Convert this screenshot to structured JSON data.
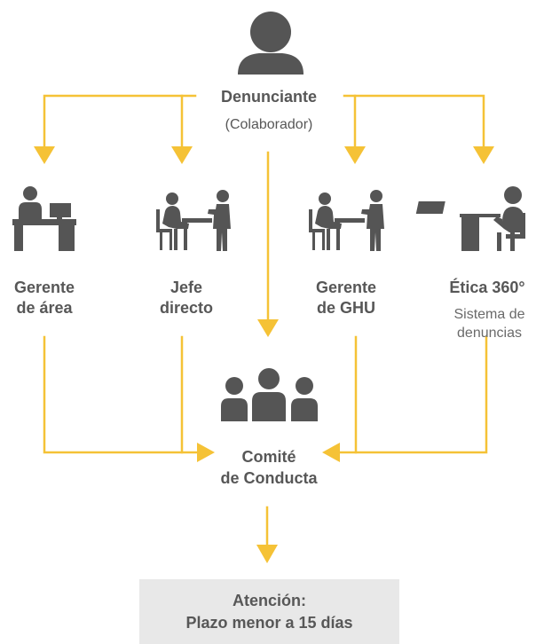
{
  "denunciante": {
    "title": "Denunciante",
    "subtitle": "(Colaborador)",
    "icon": "person-silhouette-icon"
  },
  "recipients": [
    {
      "line1": "Gerente",
      "line2": "de área",
      "icon": "manager-at-desk-icon"
    },
    {
      "line1": "Jefe",
      "line2": "directo",
      "icon": "meeting-at-desk-icon"
    },
    {
      "line1": "Gerente",
      "line2": "de GHU",
      "icon": "meeting-at-desk-icon"
    },
    {
      "line1": "Ética 360°",
      "sub1": "Sistema de",
      "sub2": "denuncias",
      "icon": "person-at-computer-icon"
    }
  ],
  "comite": {
    "line1": "Comité",
    "line2": "de Conducta",
    "icon": "group-of-people-icon"
  },
  "atencion": {
    "line1": "Atención:",
    "line2": "Plazo menor a 15 días"
  },
  "colors": {
    "arrow": "#f5c236",
    "icon": "#555555",
    "text": "#575757",
    "box": "#e8e8e8"
  }
}
